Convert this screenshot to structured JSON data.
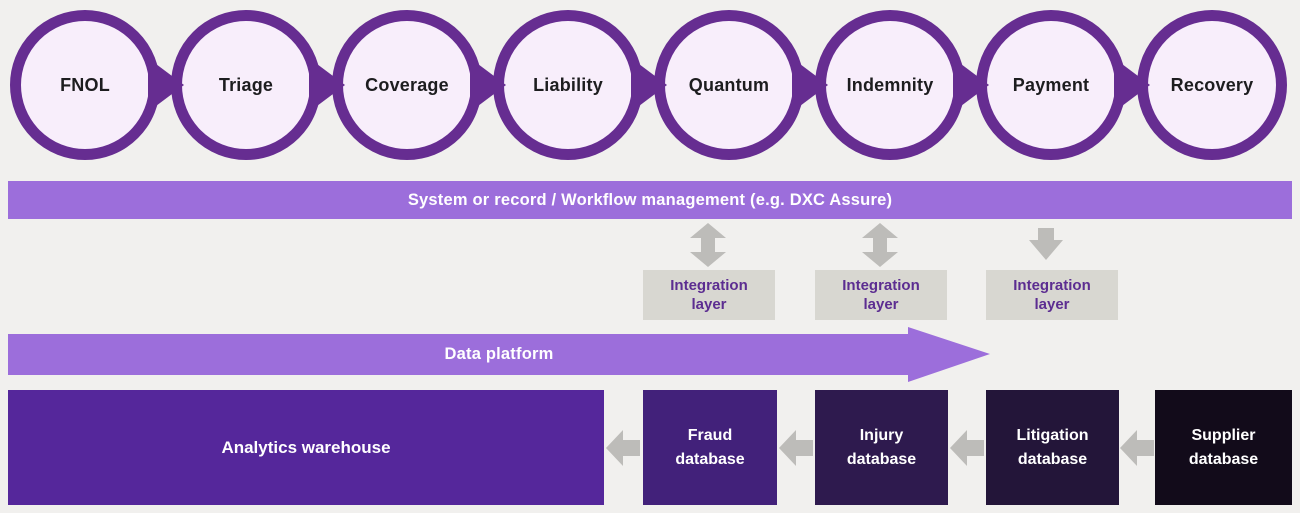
{
  "process_stages": [
    "FNOL",
    "Triage",
    "Coverage",
    "Liability",
    "Quantum",
    "Indemnity",
    "Payment",
    "Recovery"
  ],
  "workflow_bar_label": "System or record / Workflow management (e.g. DXC Assure)",
  "integration_layers": [
    "Integration layer",
    "Integration layer",
    "Integration layer"
  ],
  "data_platform_label": "Data platform",
  "analytics_warehouse_label": "Analytics warehouse",
  "databases": [
    "Fraud database",
    "Injury database",
    "Litigation database",
    "Supplier database"
  ],
  "icons": {
    "right_arrow": "chain connector arrowhead pointing right",
    "bidirectional_arrow": "gray vertical double-headed block arrow",
    "down_arrow": "gray downward block arrow",
    "left_arrow": "gray leftward block arrow"
  },
  "colors": {
    "page_bg": "#f1f0ee",
    "circle_ring": "#662d91",
    "circle_fill": "#f8eefb",
    "stage_text": "#1d1d1f",
    "workflow_bar": "#9c6edb",
    "data_platform": "#9c6edb",
    "integration_box_bg": "#d8d7d1",
    "integration_text": "#5c2d91",
    "gray_arrow": "#bdbcb9",
    "analytics_box": "#55279b",
    "fraud_box": "#42217a",
    "injury_box": "#2e1a4e",
    "litigation_box": "#231539",
    "supplier_box": "#120b1a",
    "white_text": "#ffffff"
  }
}
